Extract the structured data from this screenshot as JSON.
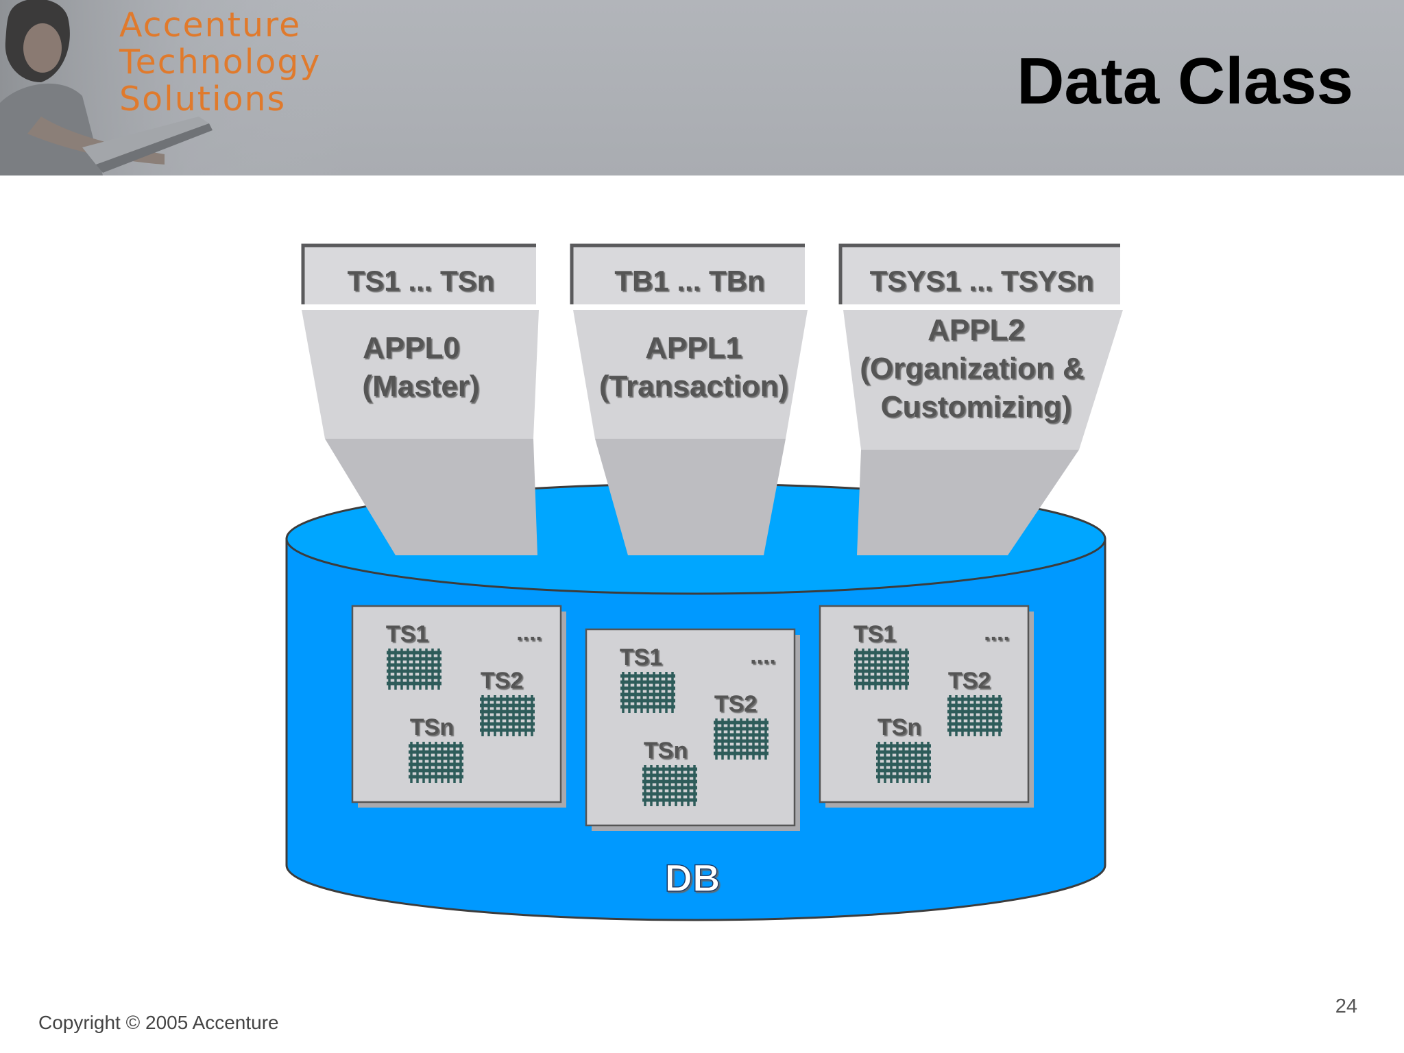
{
  "header": {
    "brand_lines": [
      "Accenture",
      "Technology",
      "Solutions"
    ],
    "title": "Data Class"
  },
  "diagram": {
    "classes": [
      {
        "tables": "TS1 ... TSn",
        "appl_lines": [
          "APPL0",
          "(Master)"
        ]
      },
      {
        "tables": "TB1 ... TBn",
        "appl_lines": [
          "APPL1",
          "(Transaction)"
        ]
      },
      {
        "tables": "TSYS1 ... TSYSn",
        "appl_lines": [
          "APPL2",
          "(Organization &",
          "Customizing)"
        ]
      }
    ],
    "tablespaces": [
      {
        "labels": [
          "TS1",
          "TS2",
          "TSn"
        ],
        "more": "...."
      },
      {
        "labels": [
          "TS1",
          "TS2",
          "TSn"
        ],
        "more": "...."
      },
      {
        "labels": [
          "TS1",
          "TS2",
          "TSn"
        ],
        "more": "...."
      }
    ],
    "db_label": "DB",
    "colors": {
      "cylinder": "#0099ff",
      "cylinder_top": "#00a6ff",
      "funnel": "#c8c8cb",
      "grid_icon": "#2e5c5a"
    }
  },
  "footer": {
    "copyright": "Copyright © 2005 Accenture",
    "page_number": "24"
  }
}
